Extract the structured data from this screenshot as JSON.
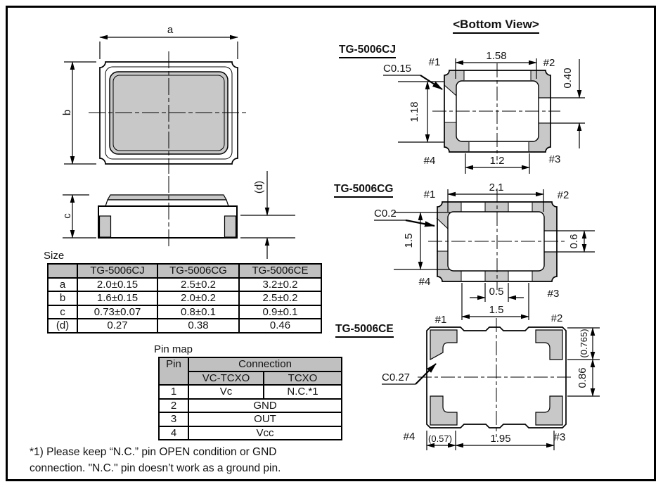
{
  "page": {
    "bg": "#ffffff",
    "line_color": "#000000",
    "pad_fill": "#c8c8c8",
    "table_header_fill": "#c0c0c0"
  },
  "top_view": {
    "dim_a": "a",
    "dim_b": "b"
  },
  "side_view": {
    "dim_c": "c",
    "dim_d": "(d)"
  },
  "bottom_view": {
    "title": "<Bottom View>"
  },
  "cj": {
    "title": "TG-5006CJ",
    "chamfer": "C0.15",
    "dim_top": "1.58",
    "dim_right": "0.40",
    "dim_left": "1.18",
    "dim_bottom": "1.2",
    "pin1": "#1",
    "pin2": "#2",
    "pin3": "#3",
    "pin4": "#4"
  },
  "cg": {
    "title": "TG-5006CG",
    "chamfer": "C0.2",
    "dim_top": "2.1",
    "dim_left": "1.5",
    "dim_right": "0.6",
    "dim_bottom_inner": "0.5",
    "dim_bottom": "1.5",
    "pin1": "#1",
    "pin2": "#2",
    "pin3": "#3",
    "pin4": "#4"
  },
  "ce": {
    "title": "TG-5006CE",
    "chamfer": "C0.27",
    "dim_right_top": "(0.765)",
    "dim_right": "0.86",
    "dim_bottom_left": "(0.57)",
    "dim_bottom": "1.95",
    "pin1": "#1",
    "pin2": "#2",
    "pin3": "#3",
    "pin4": "#4"
  },
  "size_table": {
    "heading": "Size",
    "col0": "",
    "col1": "TG-5006CJ",
    "col2": "TG-5006CG",
    "col3": "TG-5006CE",
    "rows": [
      {
        "label": "a",
        "cj": "2.0±0.15",
        "cg": "2.5±0.2",
        "ce": "3.2±0.2"
      },
      {
        "label": "b",
        "cj": "1.6±0.15",
        "cg": "2.0±0.2",
        "ce": "2.5±0.2"
      },
      {
        "label": "c",
        "cj": "0.73±0.07",
        "cg": "0.8±0.1",
        "ce": "0.9±0.1"
      },
      {
        "label": "(d)",
        "cj": "0.27",
        "cg": "0.38",
        "ce": "0.46"
      }
    ]
  },
  "pin_map": {
    "heading": "Pin map",
    "col_pin": "Pin",
    "col_connection": "Connection",
    "col_vc_tcxo": "VC-TCXO",
    "col_tcxo": "TCXO",
    "rows": [
      {
        "pin": "1",
        "vc_tcxo": "Vc",
        "tcxo": "N.C.*1"
      },
      {
        "pin": "2",
        "both": "GND"
      },
      {
        "pin": "3",
        "both": "OUT"
      },
      {
        "pin": "4",
        "both": "Vcc"
      }
    ]
  },
  "footnote": {
    "line1": "*1) Please keep “N.C.” pin OPEN condition or GND",
    "line2": "connection. \"N.C.\" pin doesn’t work as a ground pin."
  }
}
